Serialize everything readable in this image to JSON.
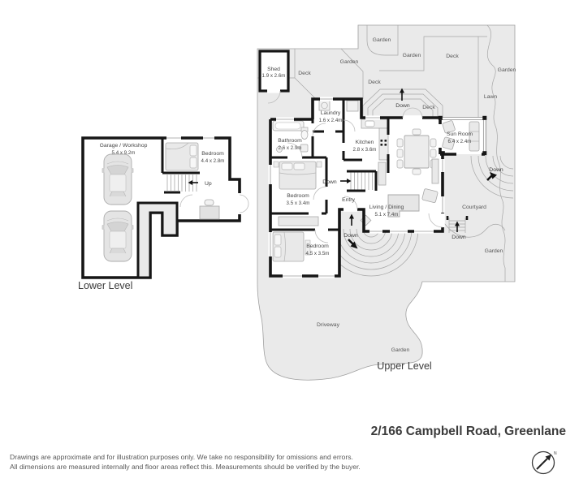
{
  "address": "2/166 Campbell Road, Greenlane",
  "levels": {
    "lower_label": "Lower Level",
    "upper_label": "Upper Level"
  },
  "rooms": {
    "shed": {
      "name": "Shed",
      "dims": "1.9 x 2.6m"
    },
    "laundry": {
      "name": "Laundry",
      "dims": "1.6 x 2.4m"
    },
    "bathroom": {
      "name": "Bathroom",
      "dims": "2.6 x 2.9m"
    },
    "kitchen": {
      "name": "Kitchen",
      "dims": "2.8 x 3.6m"
    },
    "sunroom": {
      "name": "Sun Room",
      "dims": "6.4 x 2.4m"
    },
    "bedroom_mid": {
      "name": "Bedroom",
      "dims": "3.5 x 3.4m"
    },
    "living": {
      "name": "Living / Dining",
      "dims": "5.1 x 7.4m"
    },
    "bedroom_front": {
      "name": "Bedroom",
      "dims": "4.5 x 3.5m"
    },
    "garage": {
      "name": "Garage / Workshop",
      "dims": "5.4 x 9.2m"
    },
    "bedroom_basement": {
      "name": "Bedroom",
      "dims": "4.4 x 2.8m"
    }
  },
  "labels": {
    "deck": "Deck",
    "garden": "Garden",
    "lawn": "Lawn",
    "courtyard": "Courtyard",
    "driveway": "Driveway",
    "down": "Down",
    "up": "Up",
    "entry": "Entry",
    "north": "N"
  },
  "footer": {
    "line1": "Drawings are approximate and for illustration purposes only. We take no responsibility for omissions and errors.",
    "line2": "All dimensions are measured internally and floor areas reflect this. Measurements should be verified by the buyer."
  },
  "colors": {
    "outdoor": "#eaeaea",
    "wall": "#161616",
    "thin_line": "#a6a6a6",
    "furniture": "#e6e6e6"
  }
}
